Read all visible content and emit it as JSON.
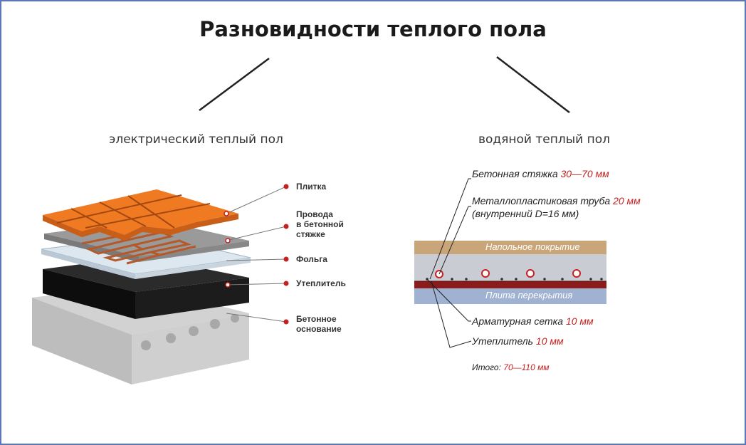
{
  "title": "Разновидности теплого пола",
  "electric": {
    "heading": "электрический теплый пол",
    "labels": {
      "tile": "Плитка",
      "wires_1": "Провода",
      "wires_2": "в бетонной",
      "wires_3": "стяжке",
      "foil": "Фольга",
      "insulation": "Утеплитель",
      "base_1": "Бетонное",
      "base_2": "основание"
    }
  },
  "water": {
    "heading": "водяной теплый пол",
    "screed": {
      "label": "Бетонная стяжка",
      "value": "30—70 мм"
    },
    "pipe": {
      "label": "Металлопластиковая труба",
      "value": "20 мм",
      "note": "(внутренний D=16 мм)"
    },
    "band_top": "Напольное покрытие",
    "band_bottom": "Плита перекрытия",
    "mesh": {
      "label": "Арматурная сетка",
      "value": "10 мм"
    },
    "insulation": {
      "label": "Утеплитель",
      "value": "10 мм"
    },
    "total": {
      "label": "Итого:",
      "value": "70—110 мм"
    }
  },
  "colors": {
    "accent_red": "#c62020",
    "tile": "#f07a22",
    "frame": "#5a78b8",
    "band_tan": "#c9a67a",
    "band_blue": "#9fb2d2"
  }
}
